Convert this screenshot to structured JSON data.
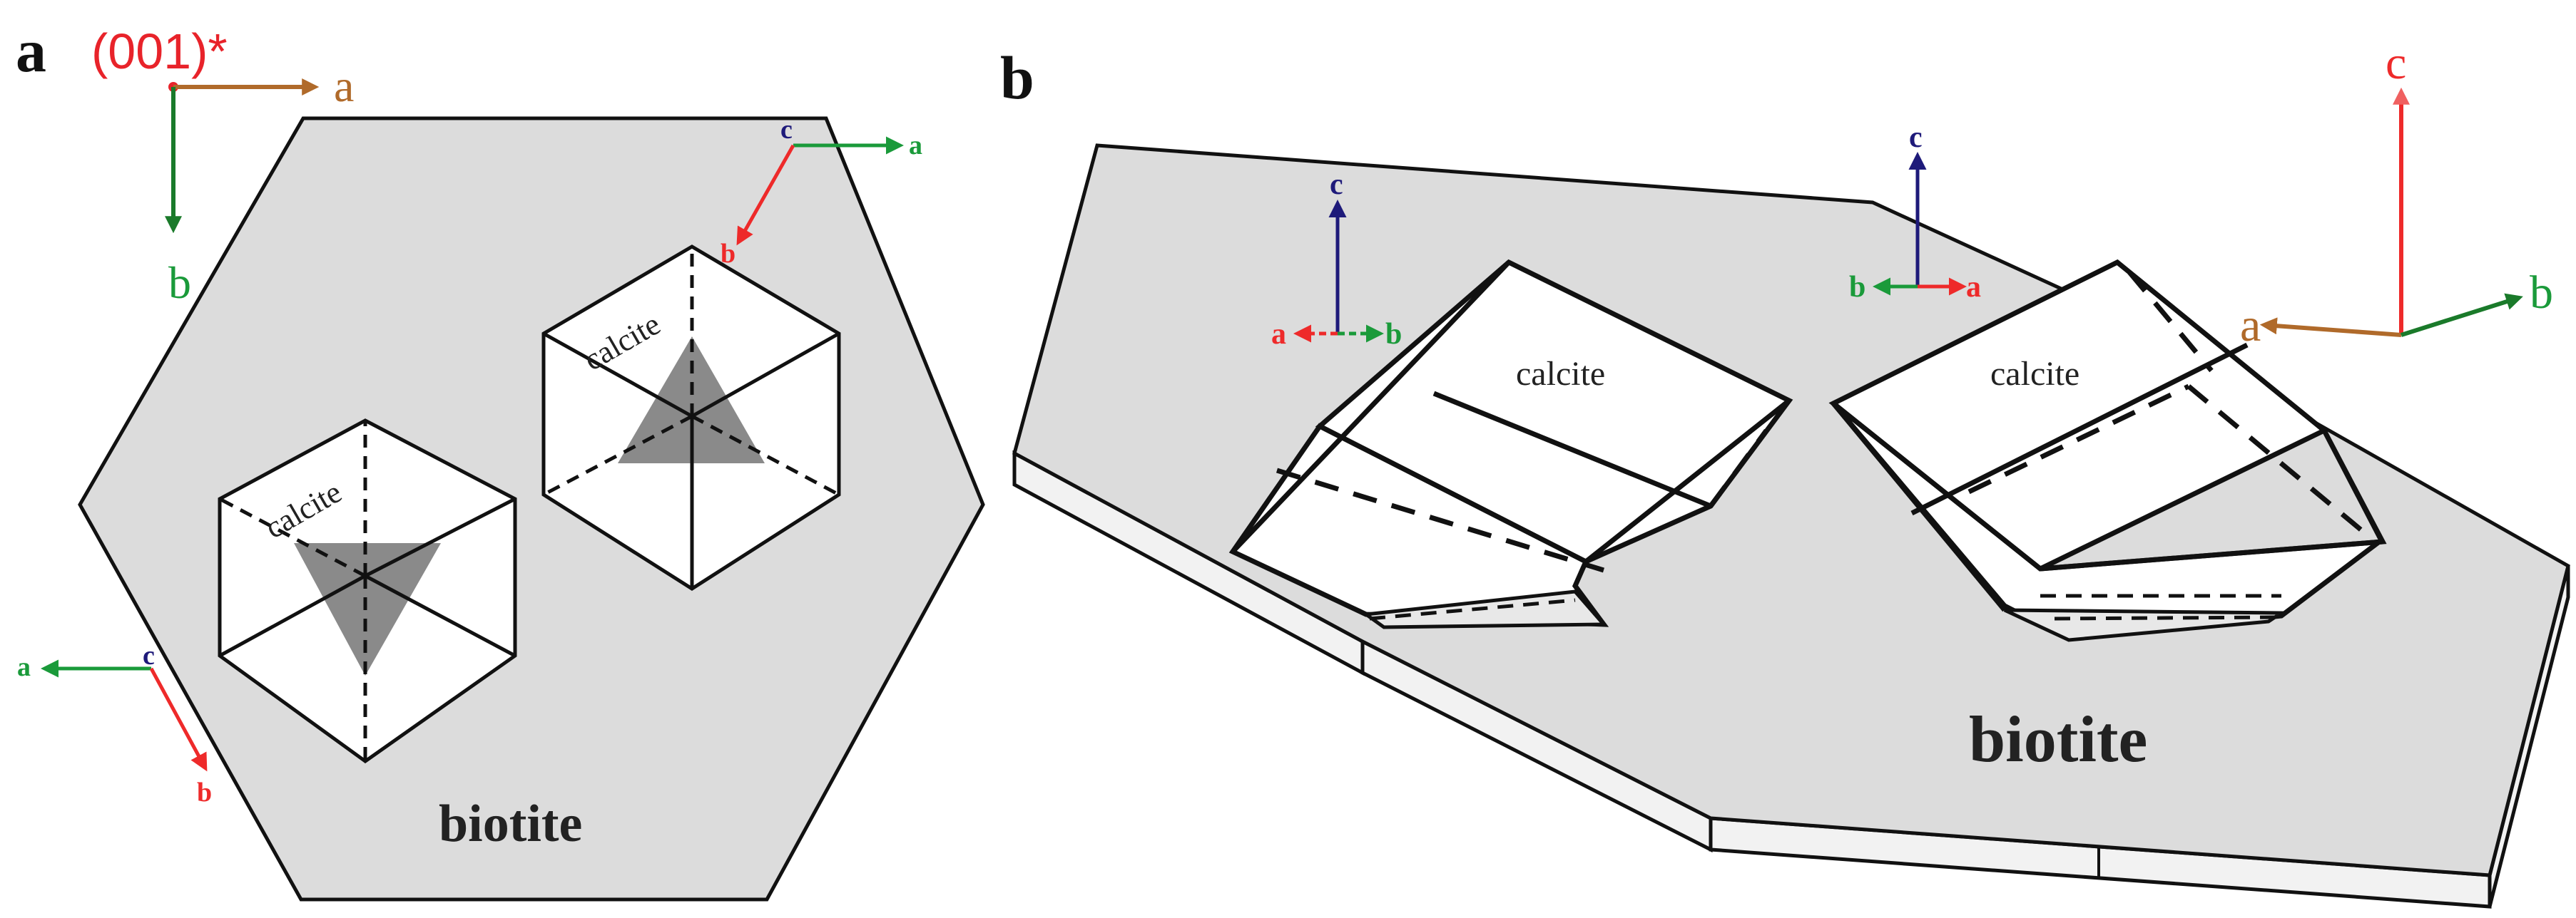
{
  "panels": {
    "a": {
      "label": "a",
      "plane_label": "(001)*",
      "mineral_label": "biotite",
      "crystal_label_1": "calcite",
      "crystal_label_2": "calcite",
      "ref_axes": {
        "a": "a",
        "b": "b"
      },
      "axes_upper_right": {
        "a": "a",
        "b": "b",
        "c": "c"
      },
      "axes_lower_left": {
        "a": "a",
        "b": "b",
        "c": "c"
      }
    },
    "b": {
      "label": "b",
      "mineral_label": "biotite",
      "crystal_label_1": "calcite",
      "crystal_label_2": "calcite",
      "axes_left": {
        "a": "a",
        "b": "b",
        "c": "c"
      },
      "axes_mid": {
        "a": "a",
        "b": "b",
        "c": "c"
      },
      "ref_axes": {
        "a": "a",
        "b": "b",
        "c": "c"
      }
    }
  },
  "colors": {
    "biotite_fill": "#dcdcdc",
    "triangle_fill": "#8a8a8a",
    "axis_green": "#1a9a3a",
    "axis_red": "#ee2a2a",
    "axis_navy": "#1e1a7a",
    "axis_brown": "#b06a2a",
    "plane_label_red": "#e8232a"
  }
}
